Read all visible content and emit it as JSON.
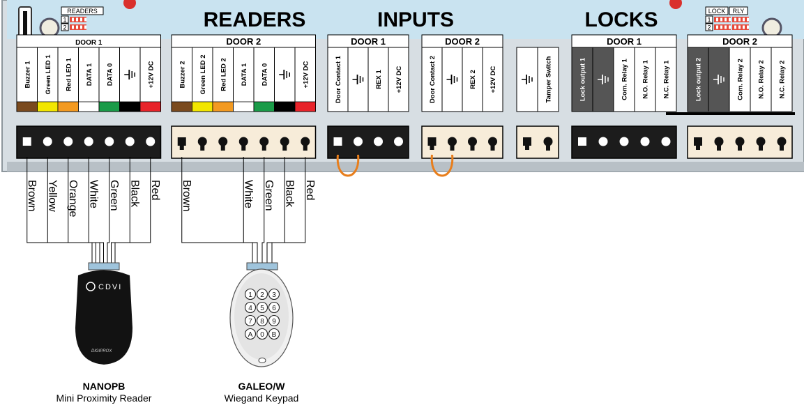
{
  "headers": {
    "readers": "READERS",
    "inputs": "INPUTS",
    "locks": "LOCKS"
  },
  "dip_switches": [
    {
      "label": "READERS",
      "positions": [
        "1",
        "2"
      ]
    },
    {
      "label": "LOCK",
      "label2": "RLY",
      "positions": [
        "1",
        "2"
      ]
    }
  ],
  "groups": [
    {
      "id": "readers-door1",
      "title": "DOOR 1",
      "terminals": [
        {
          "label": "Buzzer 1",
          "color": "#7a4a1e"
        },
        {
          "label": "Green LED 1",
          "color": "#f2e600"
        },
        {
          "label": "Red LED 1",
          "color": "#f39a21"
        },
        {
          "label": "DATA 1",
          "color": "#ffffff"
        },
        {
          "label": "DATA 0",
          "color": "#1a9b48"
        },
        {
          "label": "⊣⊩",
          "color": "#000000",
          "ground": true
        },
        {
          "label": "+12V DC",
          "color": "#e8232a"
        }
      ]
    },
    {
      "id": "readers-door2",
      "title": "DOOR 2",
      "terminals": [
        {
          "label": "Buzzer 2",
          "color": "#7a4a1e"
        },
        {
          "label": "Green LED 2",
          "color": "#f2e600"
        },
        {
          "label": "Red LED 2",
          "color": "#f39a21"
        },
        {
          "label": "DATA 1",
          "color": "#ffffff"
        },
        {
          "label": "DATA 0",
          "color": "#1a9b48"
        },
        {
          "label": "⊣⊩",
          "color": "#000000",
          "ground": true
        },
        {
          "label": "+12V DC",
          "color": "#e8232a"
        }
      ]
    },
    {
      "id": "inputs-door1",
      "title": "DOOR 1",
      "terminals": [
        {
          "label": "Door Contact 1"
        },
        {
          "label": "⊣⊩",
          "ground": true
        },
        {
          "label": "REX 1"
        },
        {
          "label": "+12V DC"
        }
      ]
    },
    {
      "id": "inputs-door2",
      "title": "DOOR 2",
      "terminals": [
        {
          "label": "Door Contact 2"
        },
        {
          "label": "⊣⊩",
          "ground": true
        },
        {
          "label": "REX 2"
        },
        {
          "label": "+12V DC"
        }
      ]
    },
    {
      "id": "tamper",
      "title": "",
      "terminals": [
        {
          "label": "⊣⊩",
          "ground": true
        },
        {
          "label": "Tamper Switch"
        }
      ]
    },
    {
      "id": "locks-door1",
      "title": "DOOR 1",
      "terminals": [
        {
          "label": "Lock output 1",
          "dark": true
        },
        {
          "label": "⊣⊩",
          "ground": true,
          "dark": true
        },
        {
          "label": "Com. Relay 1"
        },
        {
          "label": "N.O. Relay 1"
        },
        {
          "label": "N.C. Relay 1"
        }
      ]
    },
    {
      "id": "locks-door2",
      "title": "DOOR 2",
      "terminals": [
        {
          "label": "Lock output 2",
          "dark": true
        },
        {
          "label": "⊣⊩",
          "ground": true,
          "dark": true
        },
        {
          "label": "Com. Relay 2"
        },
        {
          "label": "N.O. Relay 2"
        },
        {
          "label": "N.C. Relay 2"
        }
      ]
    }
  ],
  "wires": {
    "nanopb": [
      "Brown",
      "Yellow",
      "Orange",
      "White",
      "Green",
      "Black",
      "Red"
    ],
    "galeo": [
      "Brown",
      "White",
      "Green",
      "Black",
      "Red"
    ]
  },
  "devices": {
    "nanopb": {
      "name": "NANOPB",
      "description": "Mini Proximity Reader",
      "brand": "CDVI",
      "sub_brand": "DIGIPROX"
    },
    "galeo": {
      "name": "GALEO/W",
      "description": "Wiegand Keypad",
      "keys": [
        "1",
        "2",
        "3",
        "4",
        "5",
        "6",
        "7",
        "8",
        "9",
        "A",
        "0",
        "B"
      ]
    }
  },
  "colors": {
    "board": "#d7dee3",
    "panel": "#c9e3f0",
    "terminal_dark": "#1c1c1c",
    "terminal_light": "#f7ecd9",
    "jumper": "#e87e1c"
  }
}
